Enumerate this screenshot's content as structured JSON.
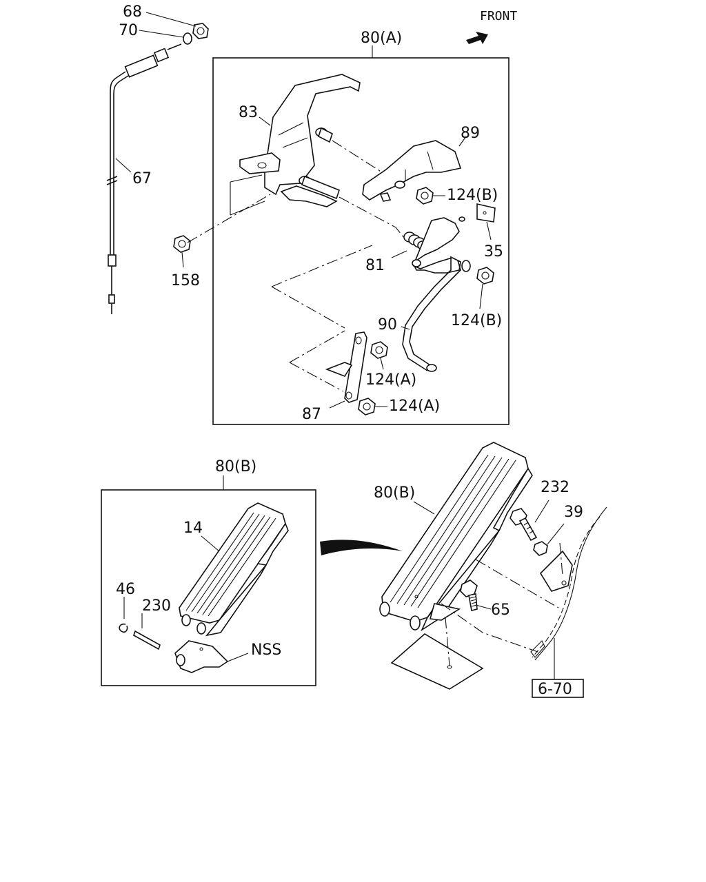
{
  "front_label": "FRONT",
  "callouts": {
    "p68": "68",
    "p70": "70",
    "p67": "67",
    "p158": "158",
    "p80a": "80(A)",
    "p83": "83",
    "p89": "89",
    "p124b_1": "124(B)",
    "p35": "35",
    "p81": "81",
    "p124b_2": "124(B)",
    "p90": "90",
    "p124a_1": "124(A)",
    "p124a_2": "124(A)",
    "p87": "87",
    "p80b_box": "80(B)",
    "p14": "14",
    "p46": "46",
    "p230": "230",
    "pNSS": "NSS",
    "p80b_main": "80(B)",
    "p232": "232",
    "p39": "39",
    "p65": "65",
    "p670": "6-70"
  }
}
